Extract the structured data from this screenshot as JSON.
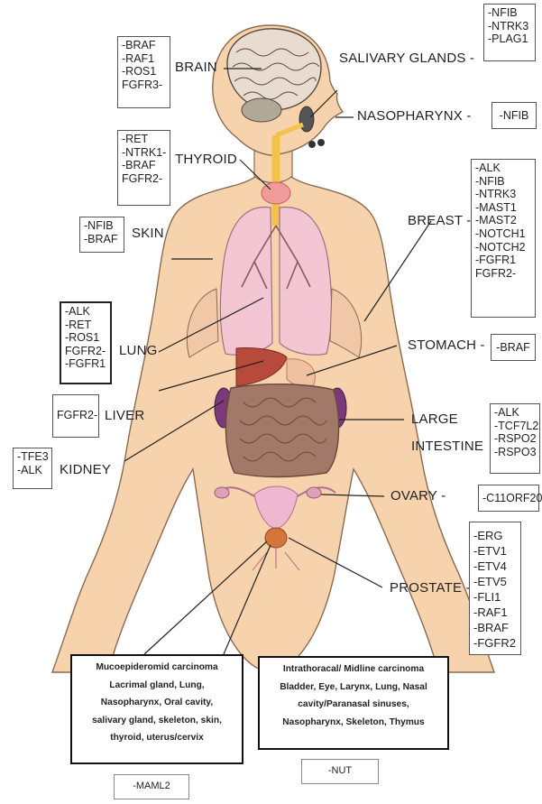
{
  "organs": {
    "brain": {
      "label": "BRAIN",
      "genes": [
        "-BRAF",
        "-RAF1",
        "-ROS1",
        "FGFR3-"
      ]
    },
    "salivary_glands": {
      "label": "SALIVARY GLANDS -",
      "genes": [
        "-NFIB",
        "-NTRK3",
        "-PLAG1"
      ]
    },
    "nasopharynx": {
      "label": "NASOPHARYNX -",
      "genes": [
        "-NFIB"
      ]
    },
    "thyroid": {
      "label": "THYROID",
      "genes": [
        "-RET",
        "-NTRK1-",
        "-BRAF",
        "FGFR2-"
      ]
    },
    "breast": {
      "label": "BREAST -",
      "genes": [
        "-ALK",
        "-NFIB",
        "-NTRK3",
        "-MAST1",
        "-MAST2",
        "-NOTCH1",
        "-NOTCH2",
        "-FGFR1",
        "FGFR2-"
      ]
    },
    "skin": {
      "label": "SKIN",
      "genes": [
        "-NFIB",
        "-BRAF"
      ]
    },
    "lung": {
      "label": "LUNG",
      "genes": [
        "-ALK",
        "-RET",
        "-ROS1",
        "FGFR2-",
        "-FGFR1"
      ]
    },
    "stomach": {
      "label": "STOMACH -",
      "genes": [
        "-BRAF"
      ]
    },
    "liver": {
      "label": "LIVER",
      "genes": [
        "FGFR2-"
      ]
    },
    "large_intestine": {
      "label_line1": "LARGE",
      "label_line2": "INTESTINE",
      "genes": [
        "-ALK",
        "-TCF7L2",
        "-RSPO2",
        "-RSPO3"
      ]
    },
    "kidney": {
      "label": "KIDNEY",
      "genes": [
        "-TFE3",
        "-ALK"
      ]
    },
    "ovary": {
      "label": "OVARY -",
      "genes": [
        "-C11ORF20"
      ]
    },
    "prostate": {
      "label": "PROSTATE -",
      "genes": [
        "-ERG",
        "-ETV1",
        "-ETV4",
        "-ETV5",
        "-FLI1",
        "-RAF1",
        "-BRAF",
        "-FGFR2"
      ]
    }
  },
  "notes": {
    "maml2": {
      "lines": [
        "Mucoepideromid carcinoma",
        "Lacrimal gland, Lung,",
        "Nasopharynx, Oral cavity,",
        "salivary gland, skeleton, skin,",
        "thyroid, uterus/cervix"
      ],
      "tag": "-MAML2"
    },
    "nut": {
      "lines": [
        "Intrathoracal/ Midline carcinoma",
        "Bladder, Eye, Larynx, Lung, Nasal",
        "cavity/Paranasal sinuses,",
        "Nasopharynx, Skeleton, Thymus"
      ],
      "tag": "-NUT"
    }
  },
  "colors": {
    "skin": "#f6d2ad",
    "skin_outline": "#8a6a50",
    "lung": "#f2c6d3",
    "liver": "#b84a3c",
    "intestine": "#a27868",
    "kidney": "#7a3a7a",
    "uterus": "#f0b8d0",
    "prostate": "#d4763c",
    "airway": "#f2c24a"
  }
}
